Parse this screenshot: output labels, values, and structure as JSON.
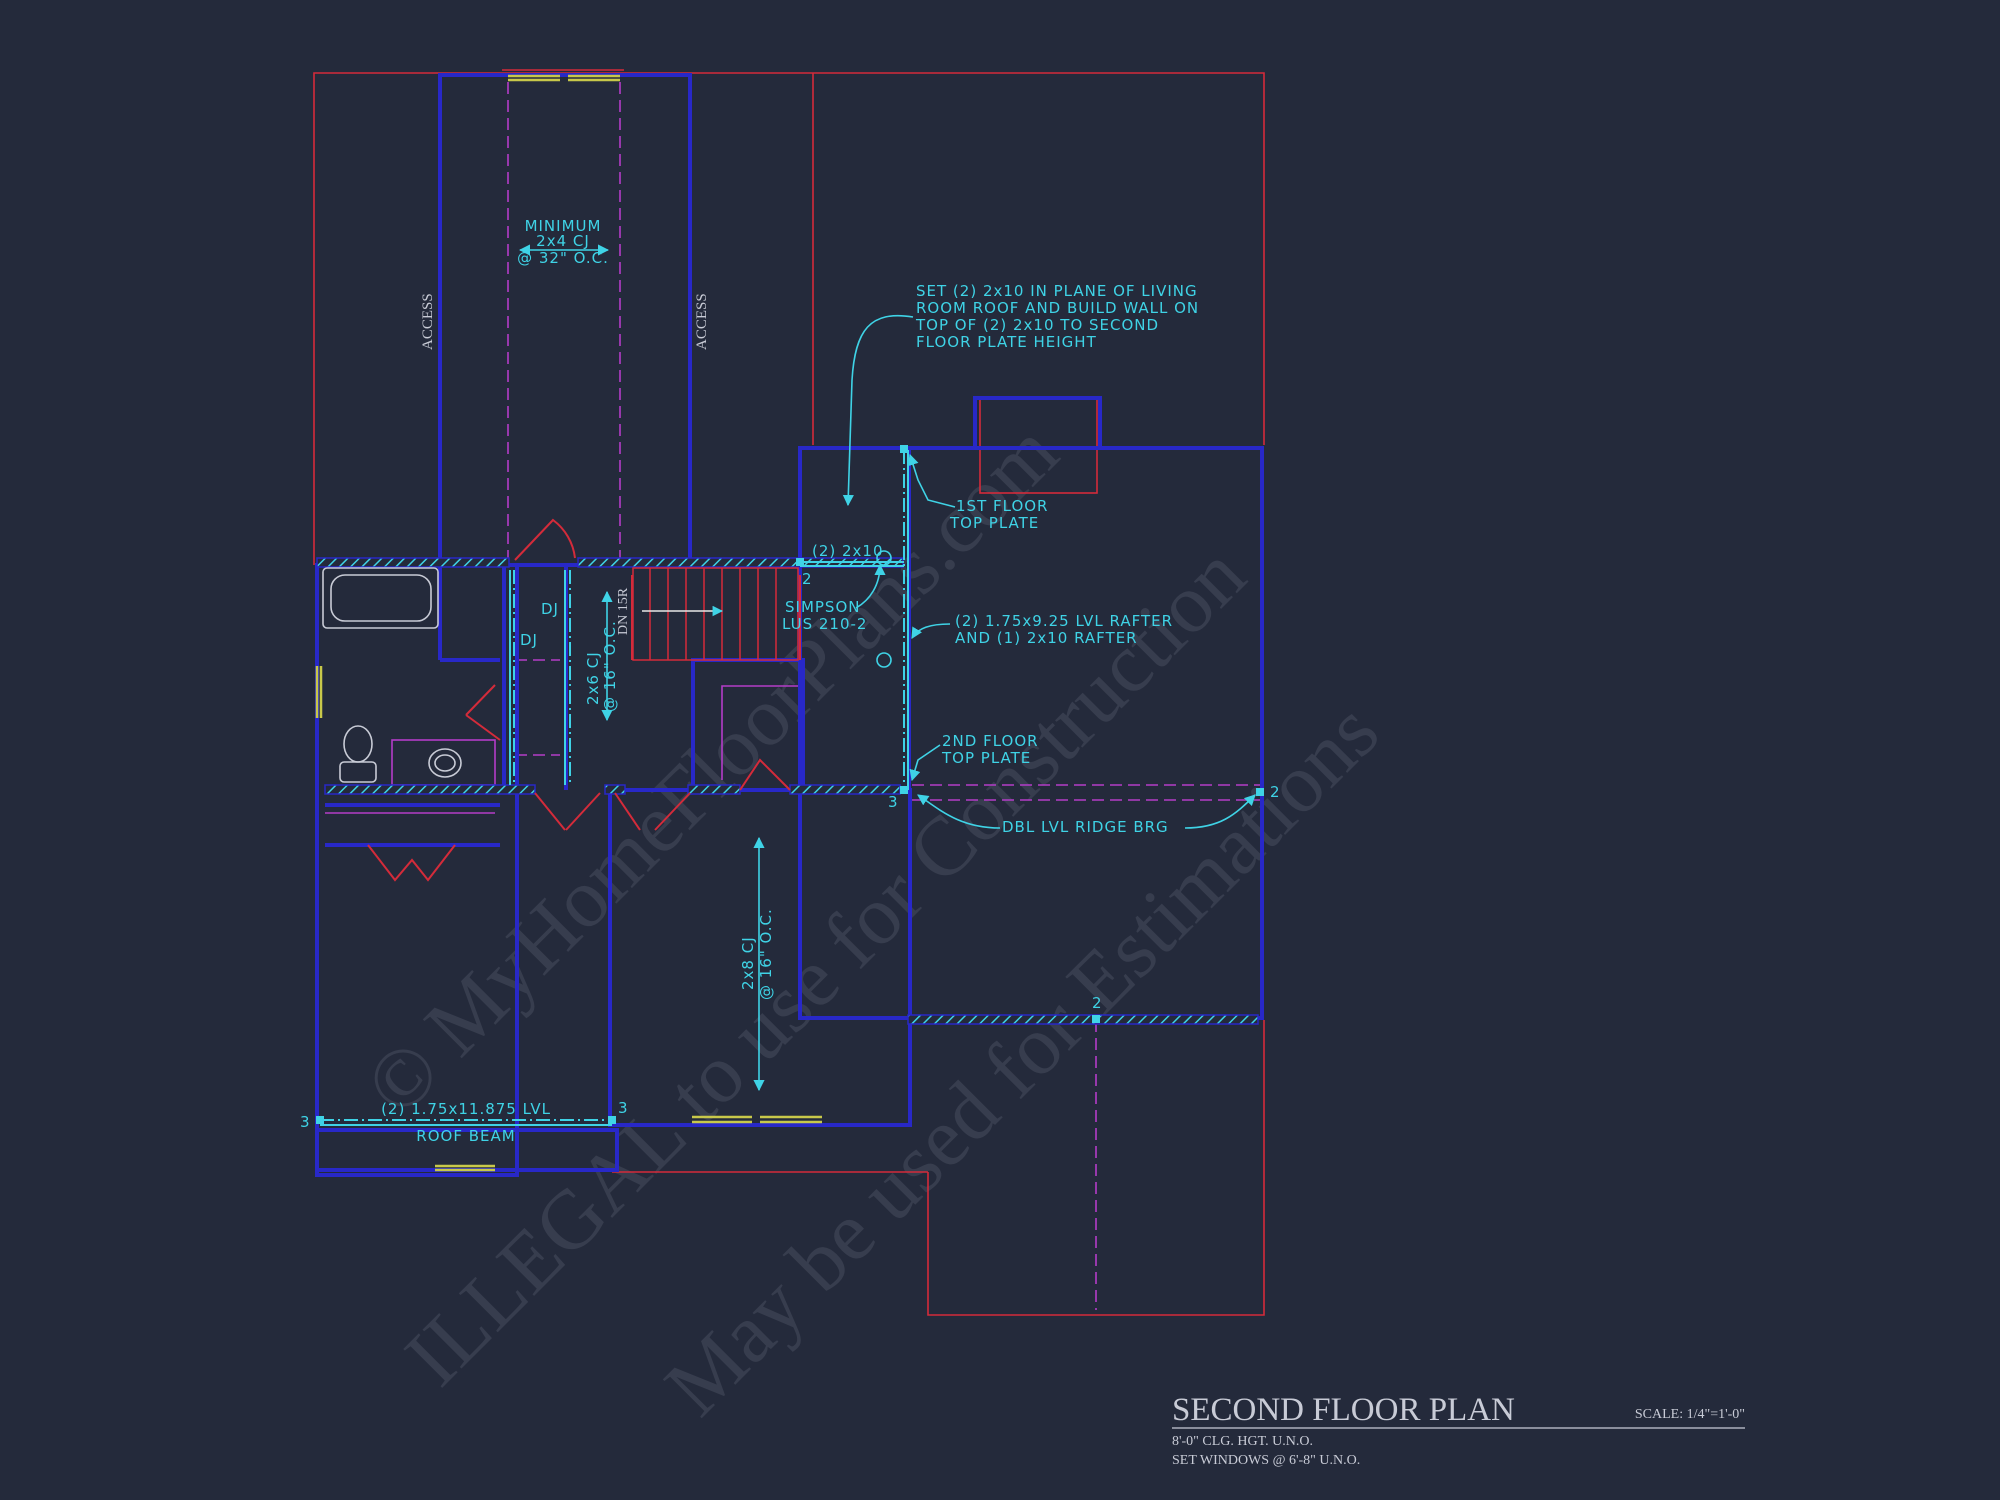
{
  "title_block": {
    "title": "SECOND FLOOR PLAN",
    "scale": "SCALE: 1/4\"=1'-0\"",
    "note1": "8'-0\" CLG. HGT. U.N.O.",
    "note2": "SET WINDOWS @ 6'-8\" U.N.O."
  },
  "labels": {
    "access_left": "ACCESS",
    "access_right": "ACCESS",
    "min_cj_1": "MINIMUM",
    "min_cj_2": "2x4 CJ",
    "min_cj_3": "@ 32\" O.C.",
    "set_note_1": "SET (2) 2x10 IN PLANE OF LIVING",
    "set_note_2": "ROOM ROOF AND BUILD WALL ON",
    "set_note_3": "TOP OF (2) 2x10 TO SECOND",
    "set_note_4": "FLOOR PLATE HEIGHT",
    "first_floor_1": "1ST FLOOR",
    "first_floor_2": "TOP PLATE",
    "header_2x10": "(2) 2x10",
    "simpson_1": "SIMPSON",
    "simpson_2": "LUS 210-2",
    "lvl_rafter_1": "(2) 1.75x9.25 LVL RAFTER",
    "lvl_rafter_2": "AND (1) 2x10 RAFTER",
    "second_floor_1": "2ND FLOOR",
    "second_floor_2": "TOP PLATE",
    "dbl_lvl": "DBL LVL RIDGE BRG",
    "dj1": "DJ",
    "dj2": "DJ",
    "dn": "DN 15R",
    "cj_2x6_1": "2x6 CJ",
    "cj_2x6_2": "@ 16\" O.C.",
    "cj_2x8_1": "2x8 CJ",
    "cj_2x8_2": "@ 16\" O.C.",
    "roof_beam_1": "(2) 1.75x11.875 LVL",
    "roof_beam_2": "ROOF BEAM",
    "n_2a": "2",
    "n_2b": "2",
    "n_2c": "2",
    "n_3a": "3",
    "n_3b": "3",
    "n_3c": "3"
  },
  "watermark": {
    "line1": "© MyHomeFloorPlans.com",
    "line2": "ILLEGAL to use for Construction",
    "line3": "May be used for Estimations"
  },
  "colors": {
    "background": "#242a3b",
    "wall": "#2828c8",
    "roof_outline": "#d42b3a",
    "annotation": "#3fd3e6",
    "hidden_line": "#b43cc8",
    "window": "#c8c84a"
  }
}
